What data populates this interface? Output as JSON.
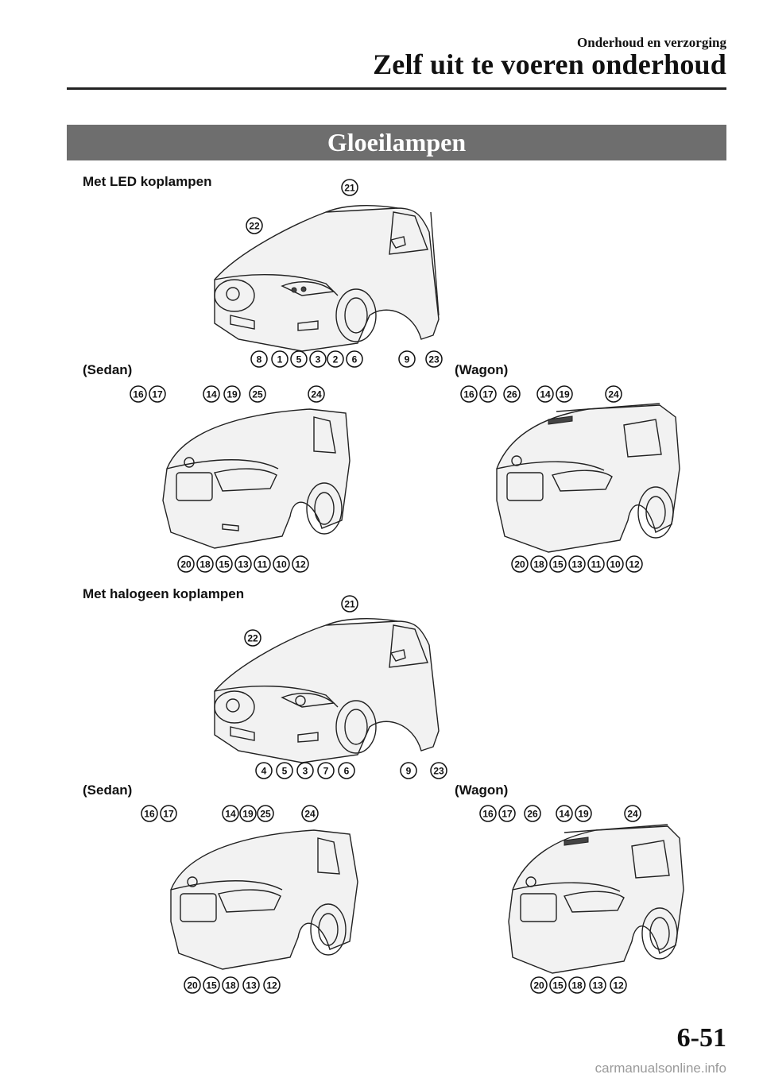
{
  "header": {
    "subtitle": "Onderhoud en verzorging",
    "title": "Zelf uit te voeren onderhoud"
  },
  "section": {
    "title": "Gloeilampen"
  },
  "labels": {
    "led_headlamps": "Met LED koplampen",
    "halogen_headlamps": "Met halogeen koplampen",
    "sedan_1": "(Sedan)",
    "wagon_1": "(Wagon)",
    "sedan_2": "(Sedan)",
    "wagon_2": "(Wagon)"
  },
  "figures": {
    "led_front": [
      "21",
      "22",
      "8",
      "1",
      "5",
      "3",
      "2",
      "6",
      "9",
      "23"
    ],
    "led_rear_sedan": [
      "16",
      "17",
      "14",
      "19",
      "25",
      "24",
      "20",
      "18",
      "15",
      "13",
      "11",
      "10",
      "12"
    ],
    "led_rear_wagon": [
      "16",
      "17",
      "26",
      "14",
      "19",
      "24",
      "20",
      "18",
      "15",
      "13",
      "11",
      "10",
      "12"
    ],
    "halogen_front": [
      "21",
      "22",
      "4",
      "5",
      "3",
      "7",
      "6",
      "9",
      "23"
    ],
    "halogen_rear_sedan": [
      "16",
      "17",
      "14",
      "19",
      "25",
      "24",
      "20",
      "15",
      "18",
      "13",
      "12"
    ],
    "halogen_rear_wagon": [
      "16",
      "17",
      "26",
      "14",
      "19",
      "24",
      "20",
      "15",
      "18",
      "13",
      "12"
    ]
  },
  "footer": {
    "page_number": "6-51",
    "watermark": "carmanualsonline.info"
  }
}
